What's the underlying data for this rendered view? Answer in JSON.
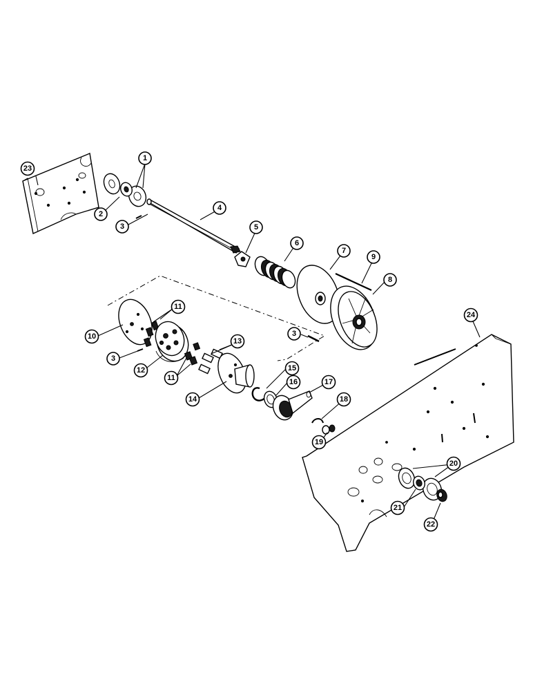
{
  "callouts": [
    {
      "id": "c1",
      "label": "1"
    },
    {
      "id": "c2",
      "label": "2"
    },
    {
      "id": "c3a",
      "label": "3"
    },
    {
      "id": "c4",
      "label": "4"
    },
    {
      "id": "c5",
      "label": "5"
    },
    {
      "id": "c6",
      "label": "6"
    },
    {
      "id": "c7",
      "label": "7"
    },
    {
      "id": "c8",
      "label": "8"
    },
    {
      "id": "c9",
      "label": "9"
    },
    {
      "id": "c3b",
      "label": "3"
    },
    {
      "id": "c10",
      "label": "10"
    },
    {
      "id": "c11a",
      "label": "11"
    },
    {
      "id": "c3c",
      "label": "3"
    },
    {
      "id": "c12",
      "label": "12"
    },
    {
      "id": "c11b",
      "label": "11"
    },
    {
      "id": "c13",
      "label": "13"
    },
    {
      "id": "c14",
      "label": "14"
    },
    {
      "id": "c15",
      "label": "15"
    },
    {
      "id": "c16",
      "label": "16"
    },
    {
      "id": "c17",
      "label": "17"
    },
    {
      "id": "c18",
      "label": "18"
    },
    {
      "id": "c19",
      "label": "19"
    },
    {
      "id": "c20",
      "label": "20"
    },
    {
      "id": "c21",
      "label": "21"
    },
    {
      "id": "c22",
      "label": "22"
    },
    {
      "id": "c23",
      "label": "23"
    },
    {
      "id": "c24",
      "label": "24"
    }
  ]
}
